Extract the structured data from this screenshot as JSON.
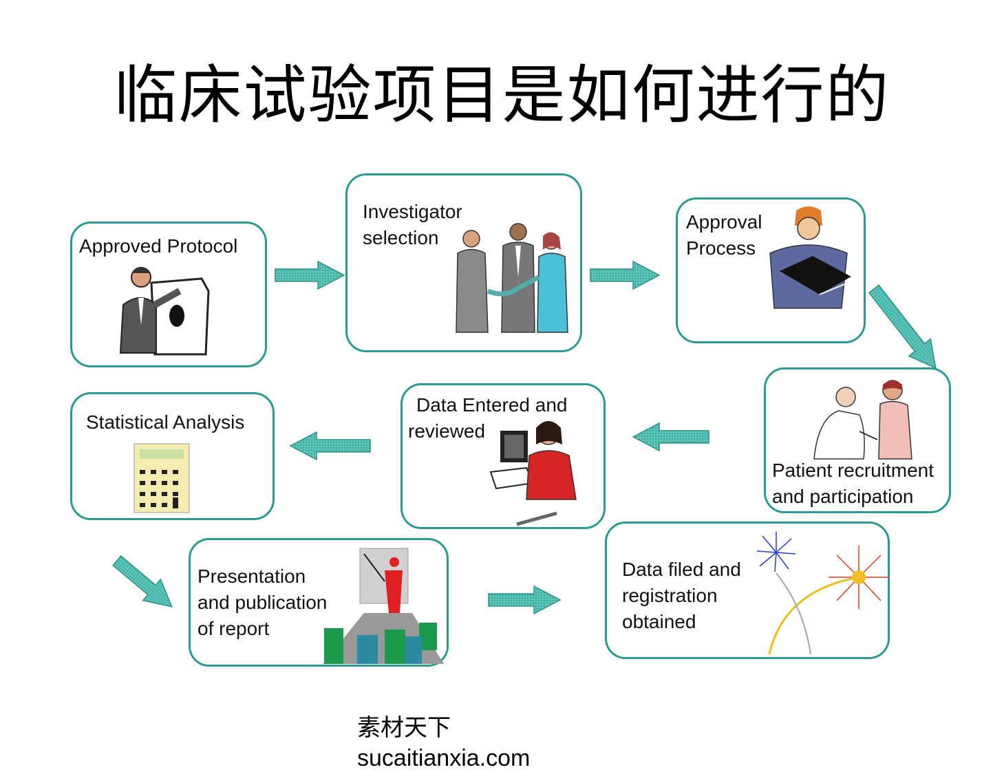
{
  "title": "临床试验项目是如何进行的",
  "steps": [
    {
      "id": "approved_protocol",
      "lines": [
        "Approved Protocol"
      ],
      "icon": "presenter-protocol-icon"
    },
    {
      "id": "investigator_selection",
      "lines": [
        "Investigator",
        "selection"
      ],
      "icon": "business-handshake-icon"
    },
    {
      "id": "approval_process",
      "lines": [
        "Approval",
        "Process"
      ],
      "icon": "woman-clipboard-icon"
    },
    {
      "id": "patient_recruitment",
      "lines": [
        "Patient recruitment",
        "and participation"
      ],
      "icon": "doctor-patient-icon"
    },
    {
      "id": "data_entered",
      "lines": [
        "Data Entered and",
        "reviewed"
      ],
      "icon": "woman-computer-icon"
    },
    {
      "id": "statistical_analysis",
      "lines": [
        "Statistical Analysis"
      ],
      "icon": "calculator-icon"
    },
    {
      "id": "presentation",
      "lines": [
        "Presentation",
        "and publication",
        "of report"
      ],
      "icon": "lecture-audience-icon"
    },
    {
      "id": "data_filed",
      "lines": [
        "Data filed and",
        "registration",
        "obtained"
      ],
      "icon": "fireworks-icon"
    }
  ],
  "colors": {
    "box_border": "#2a9a92",
    "arrow_fill": "#5cc4b8",
    "arrow_stroke": "#2f8f86"
  },
  "footer": {
    "line1": "素材天下",
    "line2": "sucaitianxia.com"
  }
}
